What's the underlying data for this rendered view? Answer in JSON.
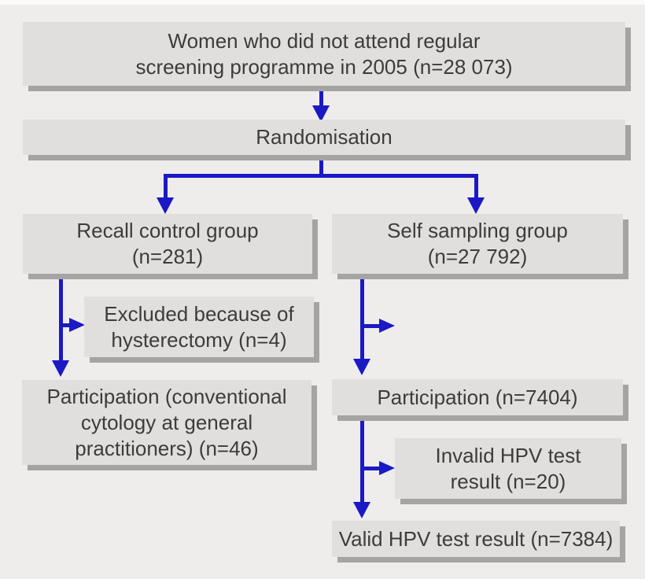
{
  "figure": {
    "type": "randomisation-flow-diagram",
    "colors": {
      "background": "#eeedec",
      "top_strip": "#fbfbfa",
      "box_fill": "#e0dfde",
      "box_shadow": "#a5a4a3",
      "arrow_blue": "#1b19c4",
      "text": "#3c3c3c"
    }
  },
  "nodes": {
    "attend": {
      "text": "Women who did not attend regular\nscreening programme in 2005 (n=28 073)",
      "n": "28 073"
    },
    "randomisation": {
      "text": "Randomisation"
    },
    "recall": {
      "text": "Recall control group\n(n=281)",
      "n": "281"
    },
    "self_sampling": {
      "text": "Self sampling group\n(n=27 792)",
      "n": "27 792"
    },
    "excluded_recall": {
      "text": "Excluded because of\nhysterectomy (n=4)",
      "n": "4"
    },
    "participation_recall": {
      "text": "Participation (conventional\ncytology at general\npractitioners) (n=46)",
      "n": "46"
    },
    "participation_self": {
      "text": "Participation (n=7404)",
      "n": "7404"
    },
    "invalid_hpv": {
      "text": "Invalid HPV test\nresult (n=20)",
      "n": "20"
    },
    "valid_hpv": {
      "text": "Valid HPV test result (n=7384)",
      "n": "7384"
    }
  },
  "edges": [
    {
      "from": "attend",
      "to": "randomisation"
    },
    {
      "from": "randomisation",
      "to": "recall"
    },
    {
      "from": "randomisation",
      "to": "self_sampling"
    },
    {
      "from": "recall",
      "to": "excluded_recall"
    },
    {
      "from": "recall",
      "to": "participation_recall"
    },
    {
      "from": "self_sampling",
      "to": "excluded_self"
    },
    {
      "from": "self_sampling",
      "to": "participation_self"
    },
    {
      "from": "participation_self",
      "to": "invalid_hpv"
    },
    {
      "from": "participation_self",
      "to": "valid_hpv"
    }
  ]
}
